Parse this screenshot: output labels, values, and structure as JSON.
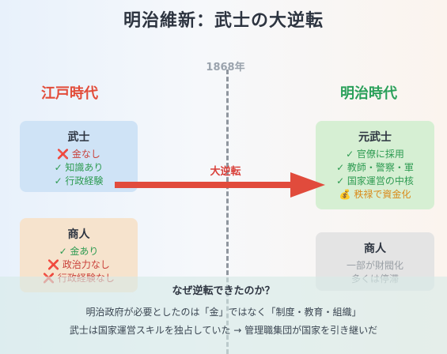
{
  "title": "明治維新：武士の大逆転",
  "year_label": "1868年",
  "eras": {
    "left": "江戸時代",
    "right": "明治時代"
  },
  "edo_samurai": {
    "title": "武士",
    "lines": [
      "❌ 金なし",
      "✓ 知識あり",
      "✓ 行政経験"
    ]
  },
  "edo_merchant": {
    "title": "商人",
    "lines": [
      "✓ 金あり",
      "❌ 政治力なし",
      "❌ 行政経験なし"
    ]
  },
  "meiji_former_samurai": {
    "title": "元武士",
    "lines": [
      "✓ 官僚に採用",
      "✓ 教師・警察・軍",
      "✓ 国家運営の中核",
      "💰 秩禄で資金化"
    ]
  },
  "meiji_merchant": {
    "title": "商人",
    "lines": [
      "一部が財閥化",
      "多くは停滞"
    ]
  },
  "arrow_label": "大逆転",
  "explanation": {
    "question": "なぜ逆転できたのか？",
    "line1": "明治政府が必要としたのは「金」ではなく「制度・教育・組織」",
    "line2": "武士は国家運営スキルを独占していた → 管理職集団が国家を引き継いだ"
  },
  "colors": {
    "edo": "#e24c3a",
    "meiji": "#2aa05a",
    "arrow": "#e14b3c"
  }
}
